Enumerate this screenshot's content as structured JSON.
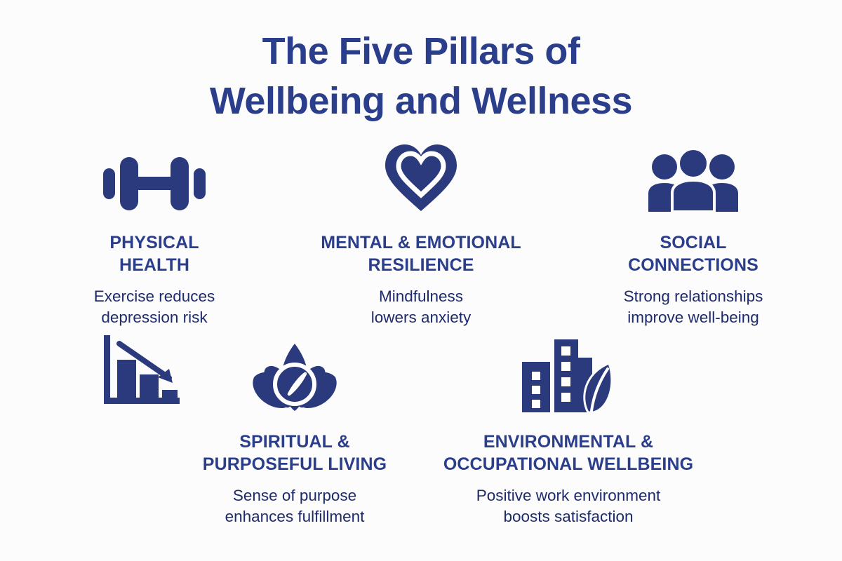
{
  "page": {
    "background_color": "#fcfcfc",
    "accent_color": "#2b3e8c",
    "icon_color": "#2a3a7c",
    "body_text_color": "#1d2a6b"
  },
  "title": {
    "line1": "The Five Pillars of",
    "line2": "Wellbeing and Wellness"
  },
  "pillars": [
    {
      "icon": "dumbbell-icon",
      "title_line1": "PHYSICAL",
      "title_line2": "HEALTH",
      "desc_line1": "Exercise reduces",
      "desc_line2": "depression risk"
    },
    {
      "icon": "heart-icon",
      "title_line1": "MENTAL & EMOTIONAL",
      "title_line2": "RESILIENCE",
      "desc_line1": "Mindfulness",
      "desc_line2": "lowers anxiety"
    },
    {
      "icon": "people-group-icon",
      "title_line1": "SOCIAL",
      "title_line2": "CONNECTIONS",
      "desc_line1": "Strong relationships",
      "desc_line2": "improve well-being"
    },
    {
      "icon": "lotus-compass-icon",
      "title_line1": "SPIRITUAL &",
      "title_line2": "PURPOSEFUL LIVING",
      "desc_line1": "Sense of purpose",
      "desc_line2": "enhances fulfillment"
    },
    {
      "icon": "buildings-leaf-icon",
      "title_line1": "ENVIRONMENTAL &",
      "title_line2": "OCCUPATIONAL WELLBEING",
      "desc_line1": "Positive work environment",
      "desc_line2": "boosts satisfaction"
    }
  ],
  "decorations": [
    {
      "icon": "declining-bar-chart-icon"
    }
  ]
}
